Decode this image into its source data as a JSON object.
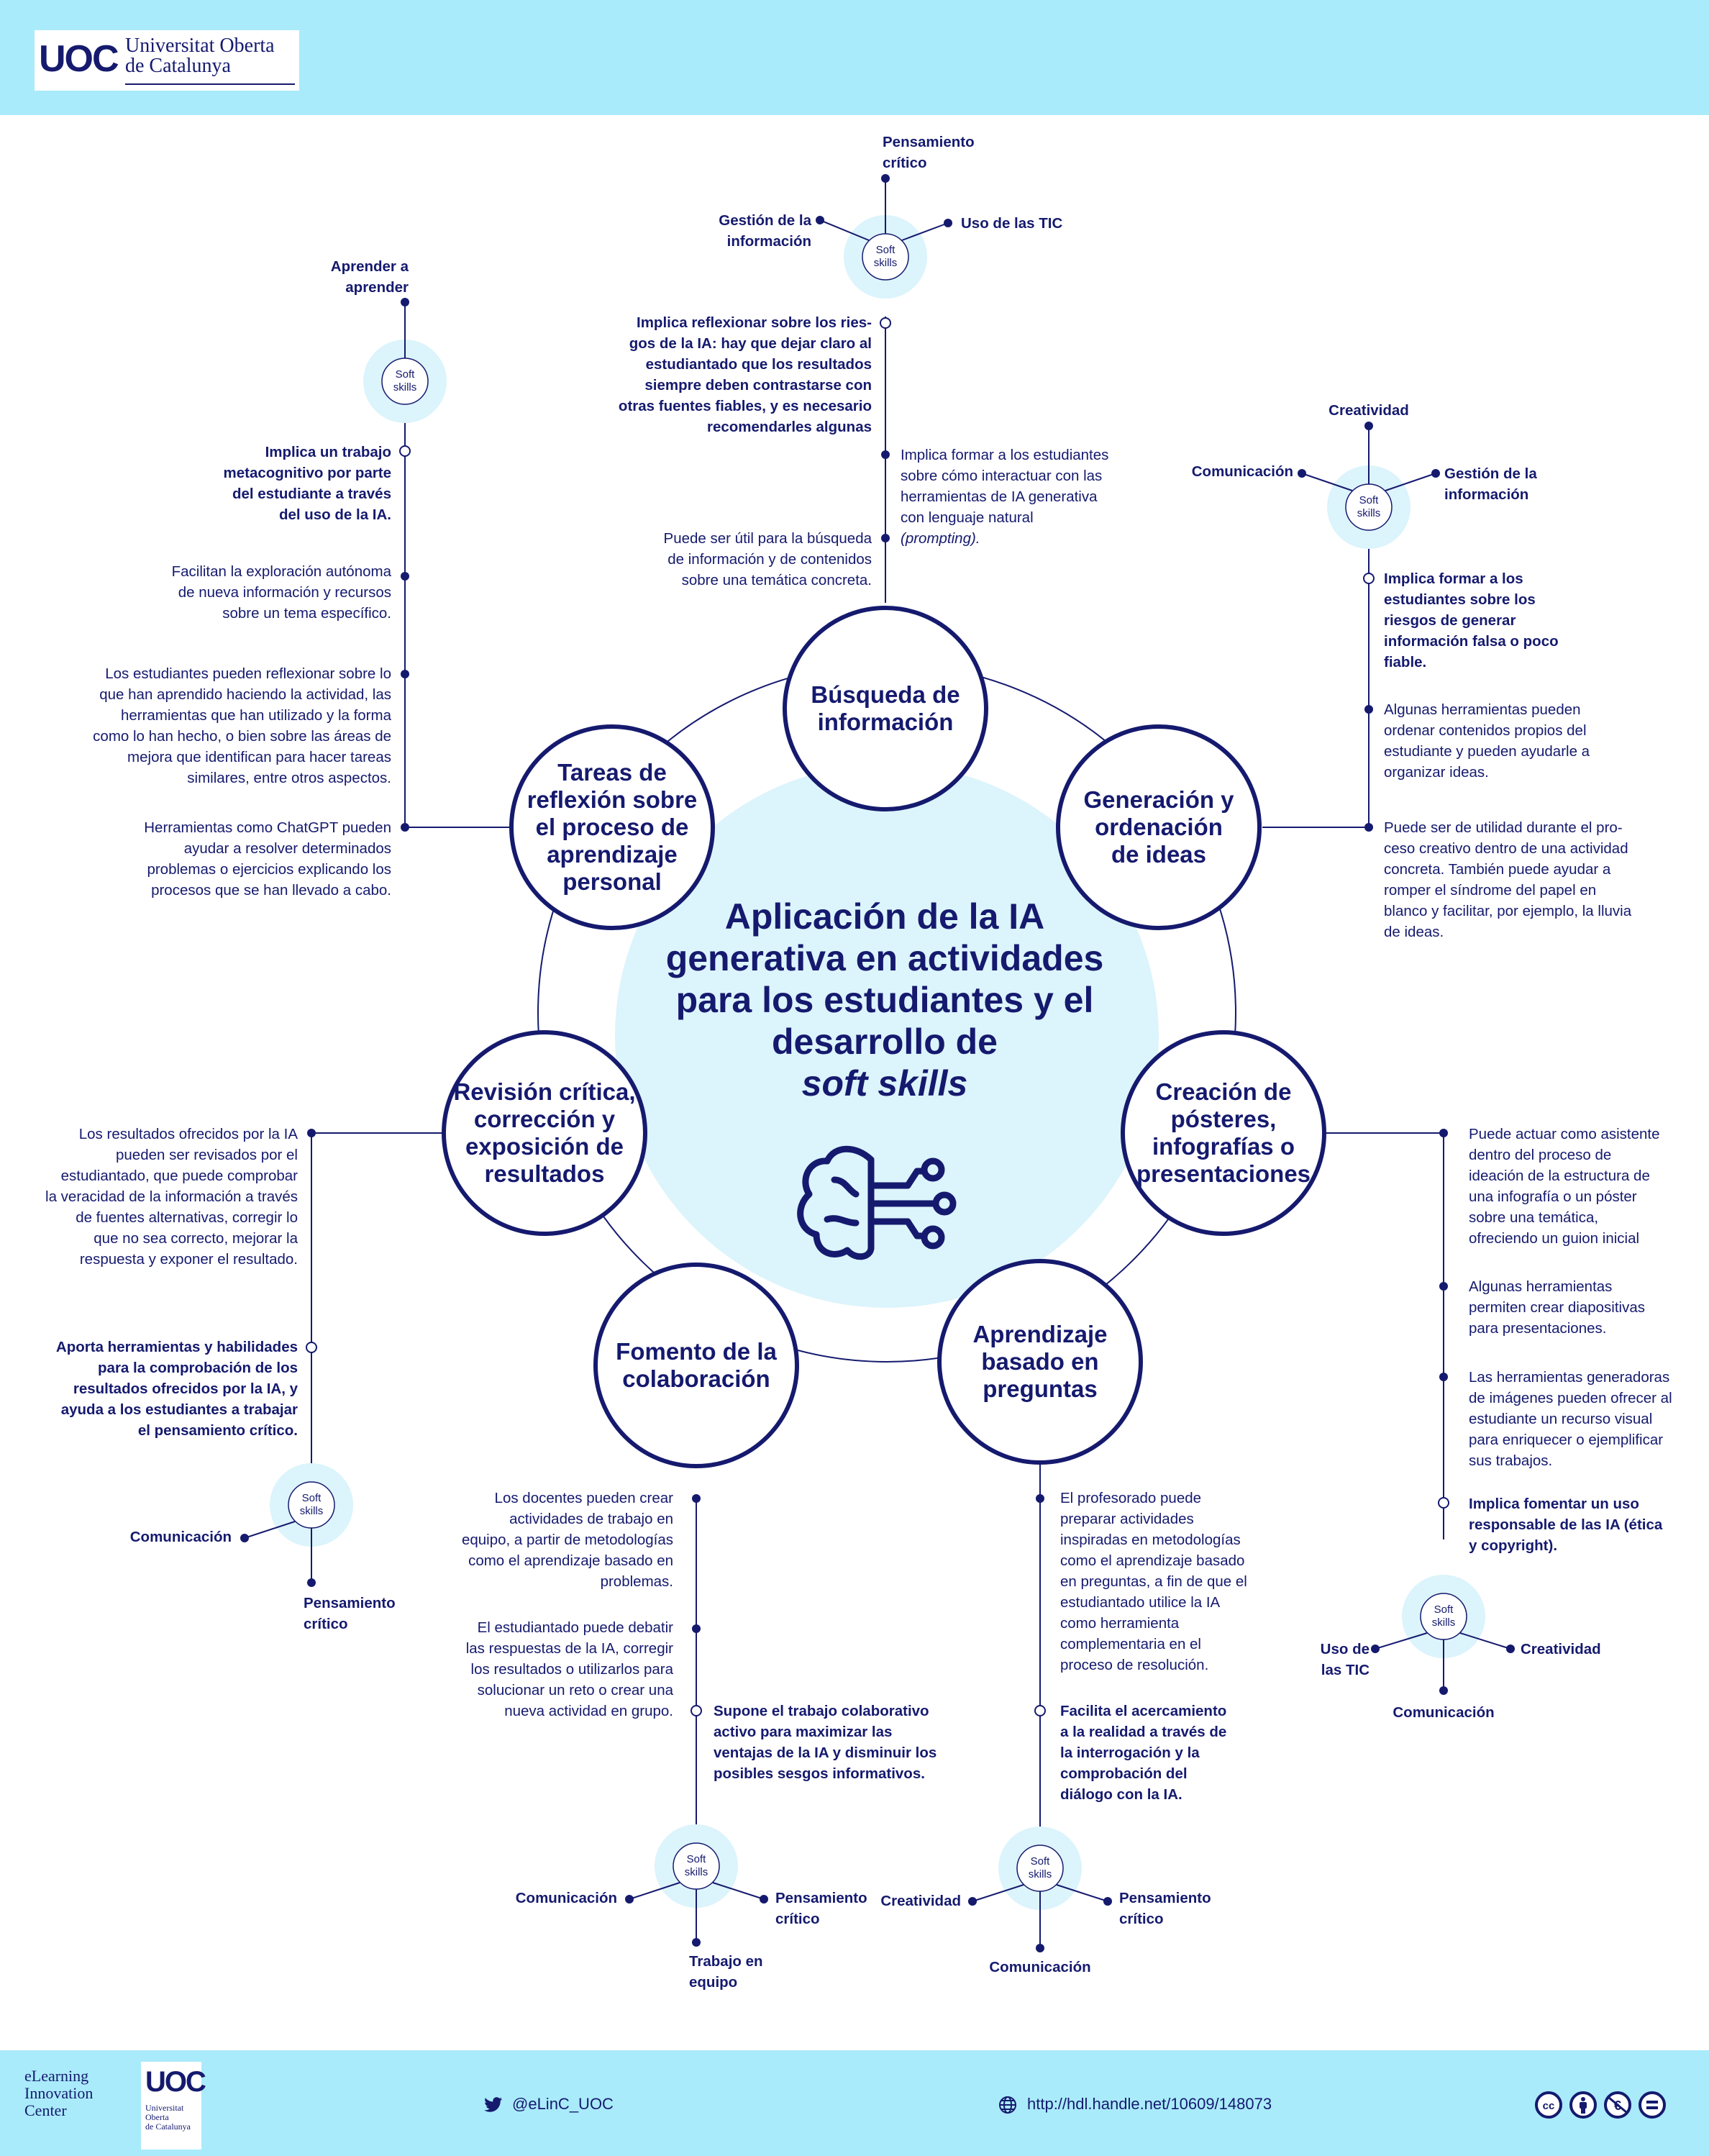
{
  "header": {
    "logo": "UOC",
    "org_line1": "Universitat Oberta",
    "org_line2": "de Catalunya"
  },
  "title": {
    "line1": "Aplicación de la IA",
    "line2": "generativa en actividades",
    "line3": "para los estudiantes y el",
    "line4": "desarrollo de",
    "line5": "soft skills"
  },
  "soft_skills_label": [
    "Soft",
    "skills"
  ],
  "nodes": {
    "busqueda": [
      "Búsqueda de",
      "información"
    ],
    "generacion": [
      "Generación y",
      "ordenación",
      "de ideas"
    ],
    "creacion": [
      "Creación de",
      "pósteres,",
      "infografías o",
      "presentaciones"
    ],
    "aprendizaje": [
      "Aprendizaje",
      "basado en",
      "preguntas"
    ],
    "fomento": [
      "Fomento de la",
      "colaboración"
    ],
    "revision": [
      "Revisión crítica,",
      "corrección y",
      "exposición de",
      "resultados"
    ],
    "tareas": [
      "Tareas de",
      "reflexión sobre",
      "el proceso de",
      "aprendizaje",
      "personal"
    ]
  },
  "busqueda": {
    "skills": {
      "top": [
        "Pensamiento",
        "crítico"
      ],
      "left": [
        "Gestión de la",
        "información"
      ],
      "right": [
        "Uso de las TIC"
      ]
    },
    "implica": [
      "Implica reflexionar sobre los ries-",
      "gos de la IA: hay que dejar claro al",
      "estudiantado que los resultados",
      "siempre deben contrastarse con",
      "otras fuentes fiables, y es necesario",
      "recomendarles algunas"
    ],
    "items": [
      [
        "Implica formar a los estudiantes",
        "sobre cómo interactuar con las",
        "herramientas de IA generativa",
        "con lenguaje natural",
        "(prompting)."
      ],
      [
        "Puede ser útil para la búsqueda",
        "de información y de contenidos",
        "sobre una temática concreta."
      ]
    ]
  },
  "tareas": {
    "skills": {
      "top": [
        "Aprender a",
        "aprender"
      ]
    },
    "implica": [
      "Implica un trabajo",
      "metacognitivo por parte",
      "del estudiante a través",
      "del uso de la IA."
    ],
    "items": [
      [
        "Facilitan la exploración autónoma",
        "de nueva información y recursos",
        "sobre un tema específico."
      ],
      [
        "Los estudiantes pueden reflexionar sobre lo",
        "que han aprendido haciendo la actividad, las",
        "herramientas que han utilizado y la forma",
        "como lo han hecho, o bien sobre las áreas de",
        "mejora que identifican para hacer tareas",
        "similares, entre otros aspectos."
      ],
      [
        "Herramientas como ChatGPT pueden",
        "ayudar a resolver determinados",
        "problemas o ejercicios explicando los",
        "procesos que se han llevado a cabo."
      ]
    ]
  },
  "generacion": {
    "skills": {
      "top": [
        "Creatividad"
      ],
      "left": [
        "Comunicación"
      ],
      "right": [
        "Gestión de la",
        "información"
      ]
    },
    "implica": [
      "Implica formar a los",
      "estudiantes sobre los",
      "riesgos de generar",
      "información falsa o poco",
      "fiable."
    ],
    "items": [
      [
        "Algunas herramientas pueden",
        "ordenar contenidos propios del",
        "estudiante y pueden ayudarle a",
        "organizar ideas."
      ],
      [
        "Puede ser de utilidad durante el pro-",
        "ceso creativo dentro de una actividad",
        "concreta. También puede ayudar a",
        "romper el síndrome del papel en",
        "blanco y facilitar, por ejemplo, la lluvia",
        "de ideas."
      ]
    ]
  },
  "creacion": {
    "items": [
      [
        "Puede actuar como asistente",
        "dentro del proceso de",
        "ideación de la estructura de",
        "una infografía o un póster",
        "sobre una temática,",
        "ofreciendo un guion inicial"
      ],
      [
        "Algunas herramientas",
        "permiten crear diapositivas",
        "para presentaciones."
      ],
      [
        "Las herramientas generadoras",
        "de imágenes pueden ofrecer al",
        "estudiante un recurso visual",
        "para enriquecer o ejemplificar",
        "sus trabajos."
      ]
    ],
    "implica": [
      "Implica fomentar un uso",
      "responsable de las IA (ética",
      "y  copyright)."
    ],
    "skills": {
      "left": [
        "Uso de",
        "las TIC"
      ],
      "right": [
        "Creatividad"
      ],
      "bottom": [
        "Comunicación"
      ]
    }
  },
  "revision": {
    "items": [
      [
        "Los resultados ofrecidos por la IA",
        "pueden ser revisados por el",
        "estudiantado, que puede comprobar",
        "la veracidad de la información a través",
        "de fuentes alternativas, corregir lo",
        "que no sea correcto, mejorar la",
        "respuesta y exponer el resultado."
      ]
    ],
    "implica": [
      "Aporta herramientas y habilidades",
      "para la comprobación de los",
      "resultados ofrecidos por la IA, y",
      "ayuda a los estudiantes a trabajar",
      "el pensamiento crítico."
    ],
    "skills": {
      "left": [
        "Comunicación"
      ],
      "bottom": [
        "Pensamiento",
        "crítico"
      ]
    }
  },
  "fomento": {
    "items": [
      [
        "Los docentes pueden crear",
        "actividades de trabajo en",
        "equipo, a partir de metodologías",
        "como el aprendizaje basado en",
        "problemas."
      ],
      [
        "El estudiantado puede debatir",
        "las respuestas de la IA, corregir",
        "los resultados o utilizarlos para",
        "solucionar un reto o crear una",
        "nueva actividad en grupo."
      ]
    ],
    "implica": [
      "Supone el trabajo colaborativo",
      "activo para maximizar las",
      "ventajas de la IA y disminuir los",
      "posibles sesgos informativos."
    ],
    "skills": {
      "left": [
        "Comunicación"
      ],
      "right": [
        "Pensamiento",
        "crítico"
      ],
      "bottom": [
        "Trabajo en",
        "equipo"
      ]
    }
  },
  "aprendizaje": {
    "items": [
      [
        "El profesorado puede",
        "preparar actividades",
        "inspiradas en metodologías",
        "como el aprendizaje basado",
        "en preguntas, a fin de que el",
        "estudiantado utilice la IA",
        "como herramienta",
        "complementaria en el",
        "proceso de resolución."
      ]
    ],
    "implica": [
      "Facilita el acercamiento",
      "a la realidad a través de",
      "la interrogación y la",
      "comprobación del",
      "diálogo con la IA."
    ],
    "skills": {
      "left": [
        "Creatividad"
      ],
      "right": [
        "Pensamiento",
        "crítico"
      ],
      "bottom": [
        "Comunicación"
      ]
    }
  },
  "footer": {
    "center_l1": "eLearning",
    "center_l2": "Innovation",
    "center_l3": "Center",
    "logo": "UOC",
    "logo_l1": "Universitat",
    "logo_l2": "Oberta",
    "logo_l3": "de Catalunya",
    "twitter": "@eLinC_UOC",
    "url": "http://hdl.handle.net/10609/148073",
    "license_icons": [
      "cc-icon",
      "by-icon",
      "nc-icon",
      "nd-icon"
    ]
  },
  "colors": {
    "navy": "#151a6e",
    "light_cyan": "#dcf4fb",
    "band": "#a9ebfb"
  }
}
